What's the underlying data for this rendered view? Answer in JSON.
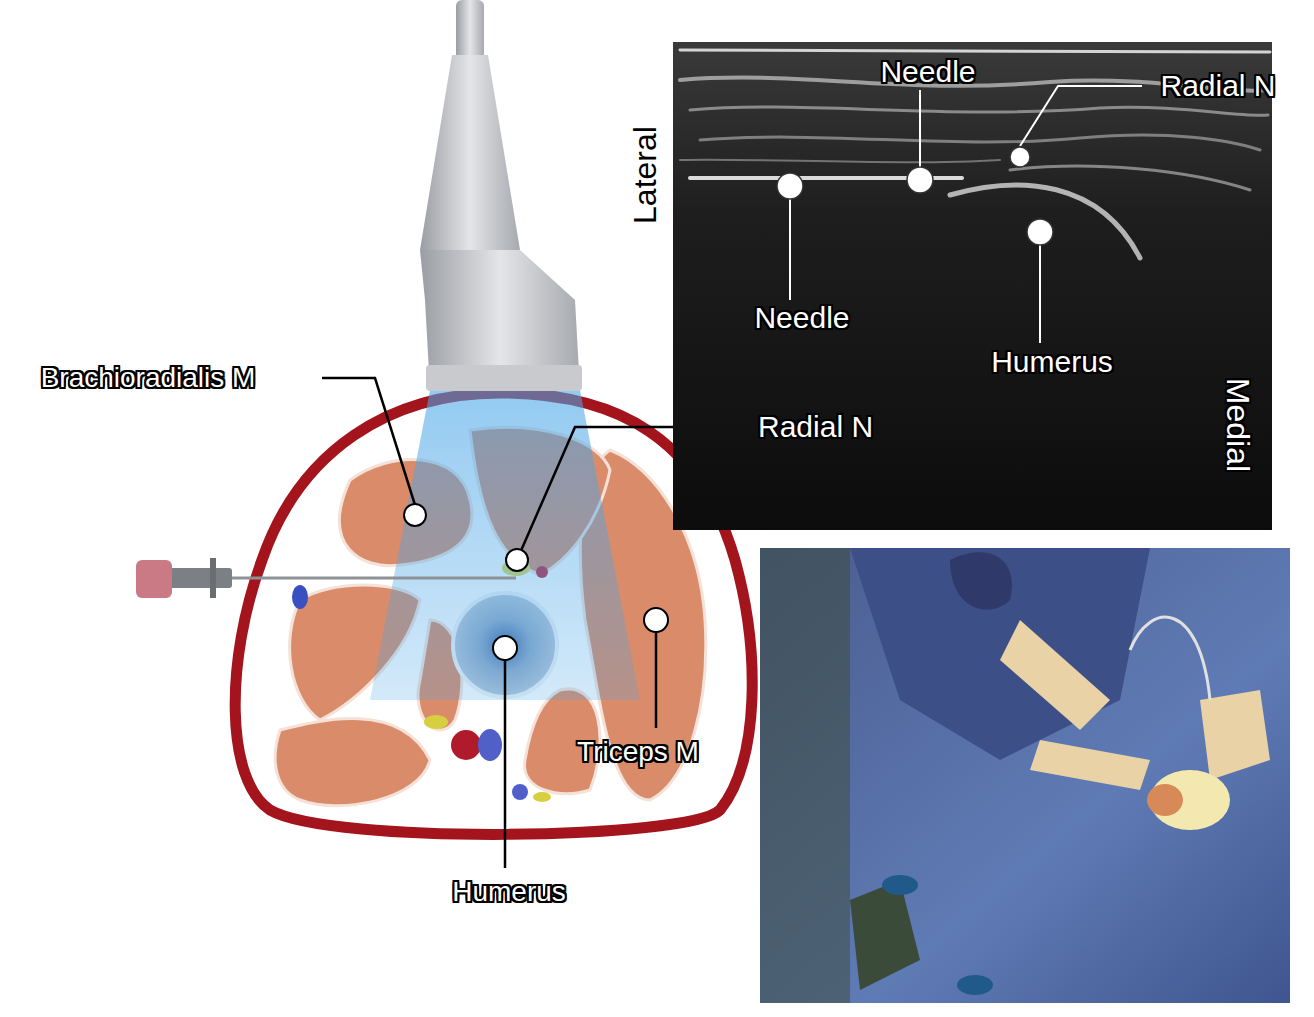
{
  "diagram": {
    "labels": [
      "Needle",
      "Radial N",
      "Lateral",
      "Needle",
      "Humerus",
      "Medial",
      "Brachioradialis M",
      "Radial N",
      "Triceps M",
      "Humerus"
    ]
  }
}
